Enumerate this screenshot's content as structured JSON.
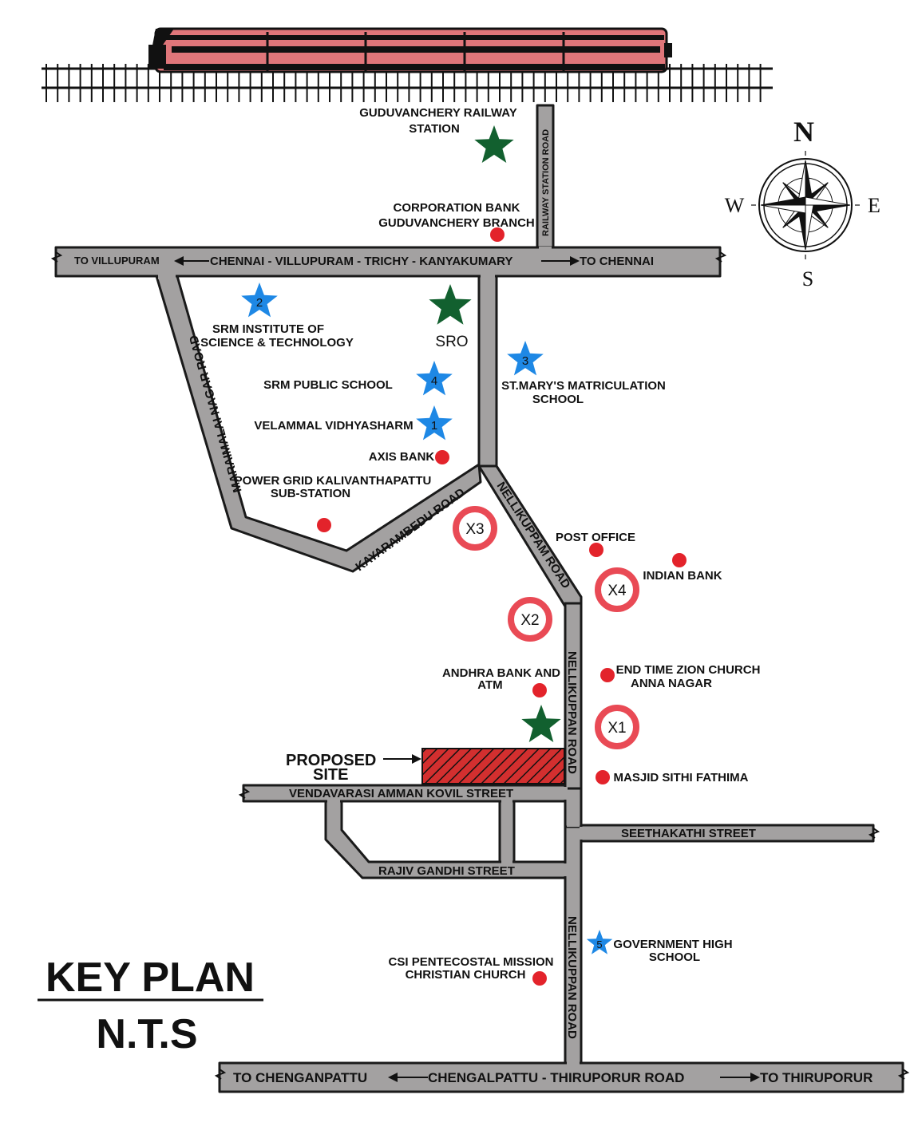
{
  "title": "KEY PLAN",
  "subtitle": "N.T.S",
  "compass": {
    "n": "N",
    "s": "S",
    "e": "E",
    "w": "W"
  },
  "colors": {
    "road": "#a3a1a1",
    "road_edge": "#1a1a1a",
    "red_dot": "#e3232b",
    "ring": "#e94a55",
    "blue_star": "#1e88e5",
    "green_star": "#12602f",
    "train": "#e0767a",
    "site_hatch": "#d32f2f"
  },
  "roads": {
    "nh": "CHENNAI - VILLUPURAM - TRICHY - KANYAKUMARY",
    "nh_left": "TO VILLUPURAM",
    "nh_right": "TO CHENNAI",
    "railway_station_road": "RAILWAY STATION ROAD",
    "maraimalai": "MARAIMALAI NAGAR ROAD",
    "kayarambedu": "KAYARAMBEDU ROAD",
    "nellikuppam": "NELLIKUPPAM ROAD",
    "nellikuppan_1": "NELLIKUPPAN ROAD",
    "nellikuppan_2": "NELLIKUPPAN ROAD",
    "vendavarasi": "VENDAVARASI AMMAN KOVIL STREET",
    "rajiv": "RAJIV GANDHI STREET",
    "seethakathi": "SEETHAKATHI STREET",
    "bottom": "CHENGALPATTU - THIRUPORUR ROAD",
    "bottom_left": "TO CHENGANPATTU",
    "bottom_right": "TO THIRUPORUR"
  },
  "places": {
    "railway_station_1": "GUDUVANCHERY RAILWAY",
    "railway_station_2": "STATION",
    "corp_bank_1": "CORPORATION BANK",
    "corp_bank_2": "GUDUVANCHERY BRANCH",
    "srm_inst_1": "SRM INSTITUTE OF",
    "srm_inst_2": "SCIENCE & TECHNOLOGY",
    "sro": "SRO",
    "srm_school": "SRM PUBLIC SCHOOL",
    "st_marys_1": "ST.MARY'S MATRICULATION",
    "st_marys_2": "SCHOOL",
    "velammal": "VELAMMAL  VIDHYASHARM",
    "axis": "AXIS BANK",
    "power_grid_1": "POWER GRID KALIVANTHAPATTU",
    "power_grid_2": "SUB-STATION",
    "post_office": "POST OFFICE",
    "indian_bank": "INDIAN BANK",
    "andhra_1": "ANDHRA BANK AND",
    "andhra_2": "ATM",
    "zion_1": "END TIME ZION CHURCH",
    "zion_2": "ANNA NAGAR",
    "masjid": "MASJID SITHI FATHIMA",
    "govt_school_1": "GOVERNMENT HIGH",
    "govt_school_2": "SCHOOL",
    "csi_1": "CSI PENTECOSTAL MISSION",
    "csi_2": "CHRISTIAN CHURCH",
    "proposed_1": "PROPOSED",
    "proposed_2": "SITE"
  },
  "star_numbers": {
    "s1": "1",
    "s2": "2",
    "s3": "3",
    "s4": "4",
    "s5": "5"
  },
  "markers": {
    "x1": "X1",
    "x2": "X2",
    "x3": "X3",
    "x4": "X4"
  }
}
